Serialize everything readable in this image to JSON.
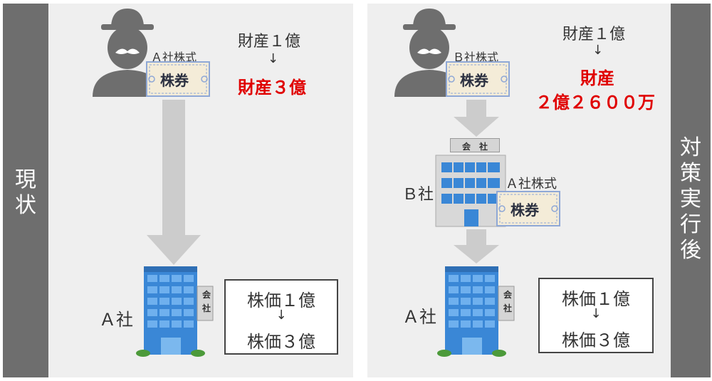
{
  "left": {
    "side_label": "現状",
    "holder_label": "Ａ社株式",
    "certificate_text": "株券",
    "asset_before": "財産１億",
    "asset_arrow": "↓",
    "asset_after": "財産３億",
    "company_label": "Ａ社",
    "building_sign": [
      "会",
      "社"
    ],
    "price_box": {
      "before": "株価１億",
      "arrow": "↓",
      "after": "株価３億"
    }
  },
  "right": {
    "side_label": "対策実行後",
    "holder_label": "Ｂ社株式",
    "certificate_text": "株券",
    "asset_before": "財産１億",
    "asset_arrow": "↓",
    "asset_after_line1": "財産",
    "asset_after_line2": "２億２６００万",
    "holding_company_label": "Ｂ社",
    "holding_company_sign": "会　社",
    "holding_stock_label": "Ａ社株式",
    "holding_certificate_text": "株券",
    "company_label": "Ａ社",
    "building_sign": [
      "会",
      "社"
    ],
    "price_box": {
      "before": "株価１億",
      "arrow": "↓",
      "after": "株価３億"
    }
  },
  "colors": {
    "panel_bg": "#efefef",
    "sidebar_bg": "#6e6e6e",
    "arrow": "#cccccc",
    "highlight_red": "#e00000",
    "building_blue": "#3a87d6",
    "certificate_border": "#8fa8d6"
  }
}
